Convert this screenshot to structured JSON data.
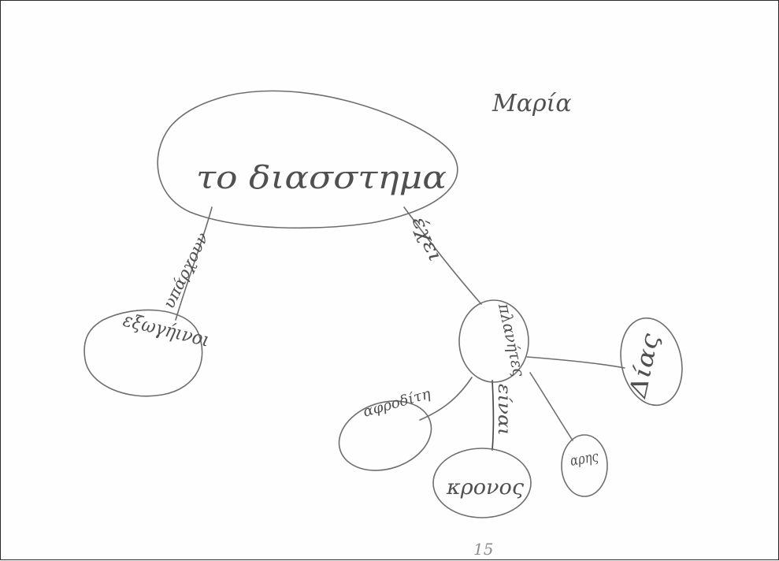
{
  "author": "Μαρία",
  "nodes": {
    "root": "το διασστημα",
    "residents": "εξωγήινοι",
    "planets": "πλανήτες",
    "zeus": "Δίας",
    "aphrodite": "αφροδίτη",
    "kronos": "κρονος",
    "ares": "αρης"
  },
  "links": {
    "root_residents": "υπάρχουν",
    "root_planets": "έχει",
    "planets_kronos": "είναι"
  },
  "page_mark": "15"
}
